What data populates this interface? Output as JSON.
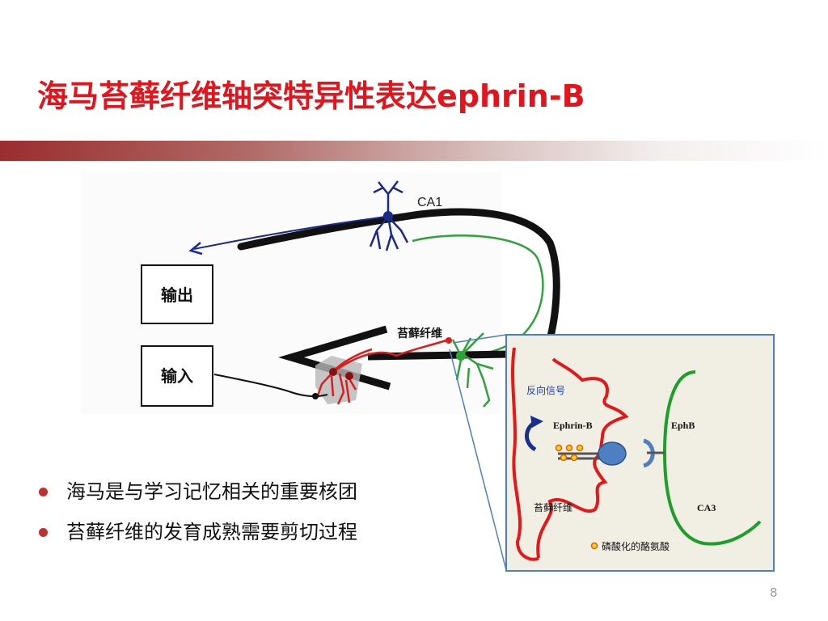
{
  "slide": {
    "title": "海马苔藓纤维轴突特异性表达ephrin-B",
    "page_number": "8",
    "accent_color": "#e3151c",
    "band_color": "#9b2d2e"
  },
  "diagram": {
    "labels": {
      "ca1": "CA1",
      "output": "输出",
      "input": "输入",
      "mossy_fiber": "苔藓纤维"
    },
    "inset": {
      "reverse_signal": "反向信号",
      "ephrin_b": "Ephrin-B",
      "ephb": "EphB",
      "mossy_fiber": "苔藓纤维",
      "ca3": "CA3",
      "phosphotyrosine": "磷酸化的酪氨酸"
    }
  },
  "bullets": [
    "海马是与学习记忆相关的重要核团",
    "苔藓纤维的发育成熟需要剪切过程"
  ]
}
